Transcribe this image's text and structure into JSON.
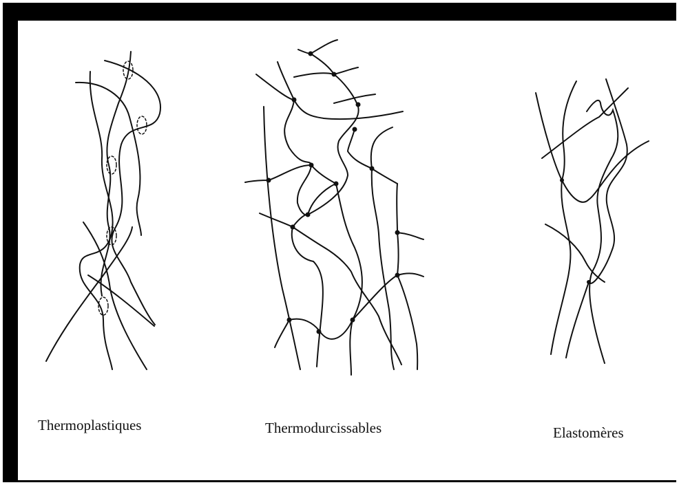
{
  "colors": {
    "frame": "#000000",
    "background": "#ffffff",
    "ink": "#111111"
  },
  "panels": [
    {
      "id": "thermoplastiques",
      "label": "Thermoplastiques",
      "structure": "linear chains, entangled, no crosslinks"
    },
    {
      "id": "thermodurcissables",
      "label": "Thermodurcissables",
      "structure": "dense crosslinked network"
    },
    {
      "id": "elastomeres",
      "label": "Elastomères",
      "structure": "lightly crosslinked chains"
    }
  ]
}
